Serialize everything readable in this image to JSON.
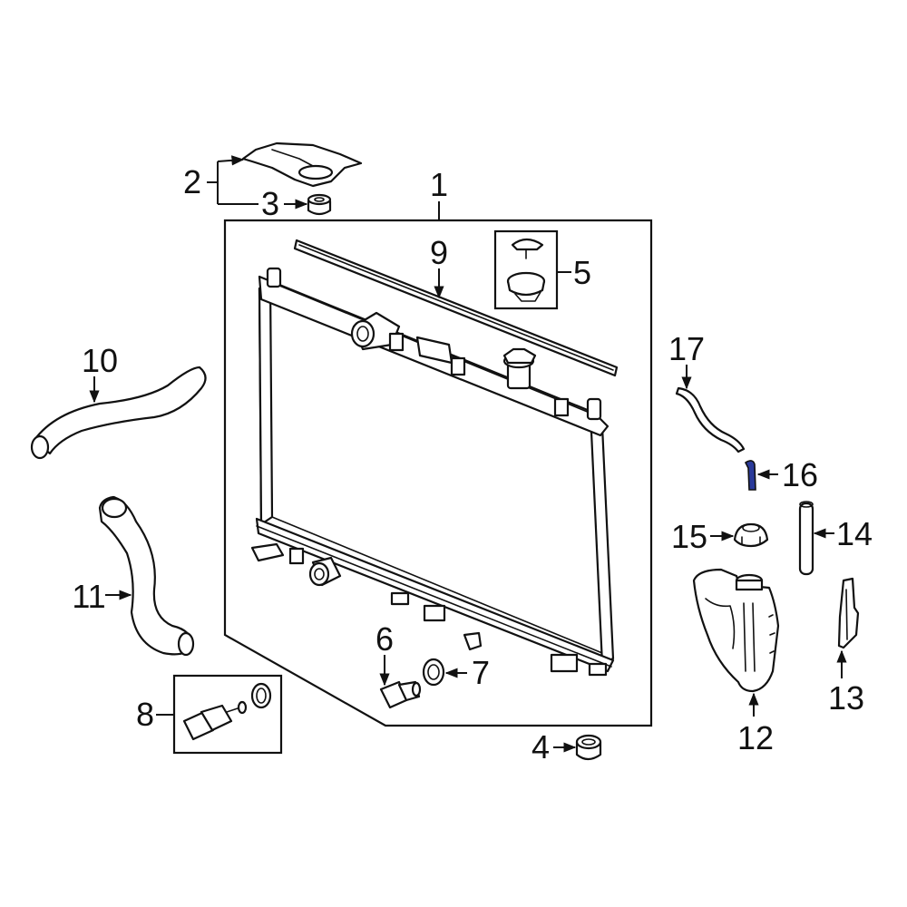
{
  "callouts": {
    "c1": "1",
    "c2": "2",
    "c3": "3",
    "c4": "4",
    "c5": "5",
    "c6": "6",
    "c7": "7",
    "c8": "8",
    "c9": "9",
    "c10": "10",
    "c11": "11",
    "c12": "12",
    "c13": "13",
    "c14": "14",
    "c15": "15",
    "c16": "16",
    "c17": "17"
  },
  "colors": {
    "line": "#111111",
    "highlight": "#2a3a9a",
    "background": "#ffffff"
  }
}
